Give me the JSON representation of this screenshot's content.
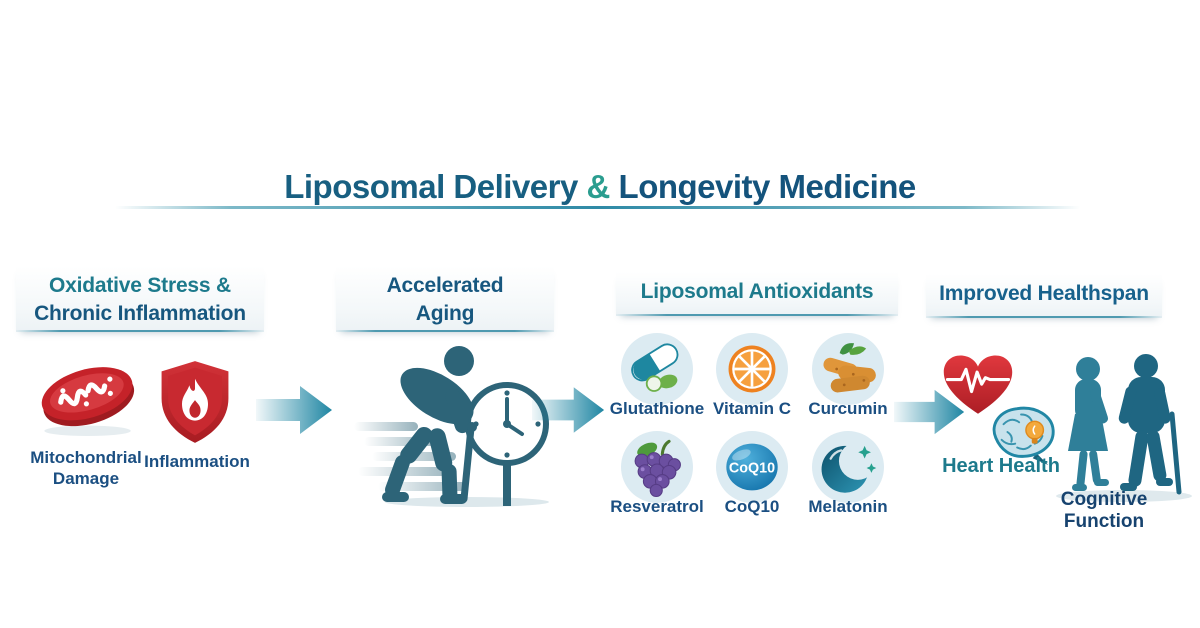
{
  "title": {
    "part1": "Liposomal Delivery",
    "ampersand": "&",
    "part2": "Longevity Medicine"
  },
  "sections": {
    "oxidative": {
      "heading_line1": "Oxidative Stress &",
      "heading_line2": "Chronic Inflammation",
      "items": [
        {
          "label": "Mitochondrial Damage",
          "icon": "mitochondria-icon"
        },
        {
          "label": "Inflammation",
          "icon": "inflammation-shield-icon"
        }
      ]
    },
    "aging": {
      "heading_line1": "Accelerated",
      "heading_line2": "Aging",
      "items": [
        {
          "label": "",
          "icon": "elderly-man-clock-icon"
        }
      ]
    },
    "antioxidants": {
      "heading": "Liposomal Antioxidants",
      "items": [
        {
          "label": "Glutathione",
          "icon": "capsule-icon"
        },
        {
          "label": "Vitamin C",
          "icon": "orange-slice-icon"
        },
        {
          "label": "Curcumin",
          "icon": "turmeric-icon"
        },
        {
          "label": "Resveratrol",
          "icon": "grapes-icon"
        },
        {
          "label": "CoQ10",
          "icon": "coq10-badge-icon",
          "badge": "CoQ10"
        },
        {
          "label": "Melatonin",
          "icon": "crescent-moon-icon"
        }
      ]
    },
    "healthspan": {
      "heading": "Improved Healthspan",
      "items": [
        {
          "label": "Heart Health",
          "icon": "heart-ecg-icon"
        },
        {
          "label": "Cognitive Function",
          "icon": "brain-icon elderly-couple-icon"
        }
      ]
    }
  },
  "colors": {
    "heading_teal": "#1d7a8c",
    "heading_blue": "#17577f",
    "label_blue": "#1b4f82",
    "title_blue": "#185f81",
    "ampersand_teal": "#2a9d8f",
    "arrow_teal": "#1f86a3",
    "icon_red": "#c1272d",
    "icon_orange": "#ef8220",
    "grape_purple": "#6b4fa0",
    "figure_teal": "#2d6478",
    "chip_bg": "#dcebf2"
  }
}
